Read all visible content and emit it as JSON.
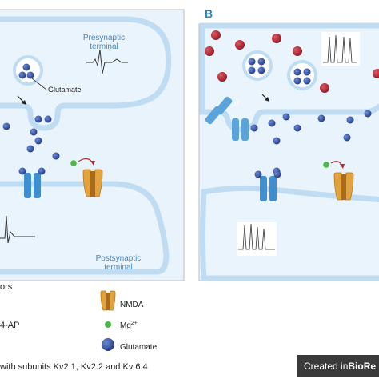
{
  "panelB": {
    "letter": "B"
  },
  "panelA": {
    "presynaptic_label": "Presynaptic\nterminal",
    "glutamate_label": "Glutamate",
    "postsynaptic_label": "Postsynaptic\nterminal"
  },
  "drug": {
    "chip_text": "4-AP"
  },
  "legend": {
    "receptors_fragment": "ors",
    "nmda": "NMDA",
    "mg": "Mg",
    "mg_sup": "2+",
    "fourap": "4-AP",
    "glutamate": "Glutamate",
    "kv_text": "with subunits Kv2.1, Kv2.2 and Kv 6.4"
  },
  "badge": {
    "prefix": "Created in ",
    "brand": "BioRe"
  },
  "colors": {
    "panel_bg": "#e8f3fb",
    "membrane": "#bfdcf2",
    "vesicle_blue": "#2f4b9c",
    "ampa_blue": "#3f8fd0",
    "nmda_orange": "#e2a33c",
    "mg_green": "#4db848",
    "ap_red": "#b52a35",
    "accent_b": "#1e88c8"
  }
}
